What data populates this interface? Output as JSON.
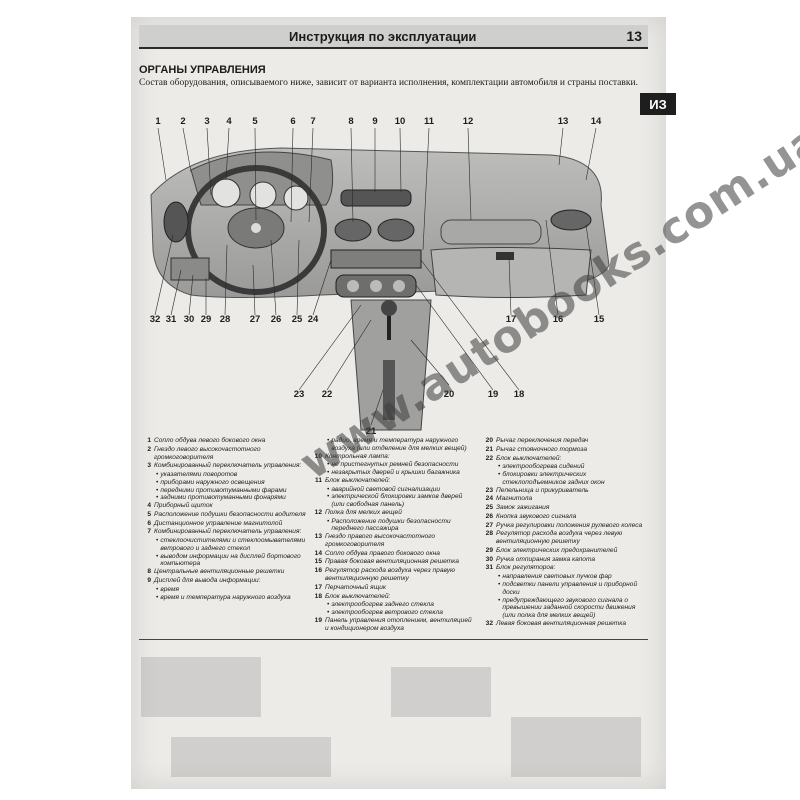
{
  "header": {
    "title": "Инструкция по эксплуатации",
    "page_number": "13"
  },
  "side_tab": "ИЗ",
  "section": {
    "title": "ОРГАНЫ УПРАВЛЕНИЯ",
    "intro": "Состав оборудования, описываемого ниже, зависит от варианта исполнения, комплектации автомобиля и страны поставки."
  },
  "figure": {
    "top_callouts": [
      "1",
      "2",
      "3",
      "4",
      "5",
      "6",
      "7",
      "8",
      "9",
      "10",
      "11",
      "12",
      "13",
      "14"
    ],
    "bottom_callouts": [
      "32",
      "31",
      "30",
      "29",
      "28",
      "27",
      "26",
      "25",
      "24",
      "17",
      "16",
      "15",
      "23",
      "22",
      "20",
      "19",
      "18",
      "21"
    ]
  },
  "legend": {
    "col1": [
      {
        "num": "1",
        "text": "Сопло обдува левого бокового окна"
      },
      {
        "num": "2",
        "text": "Гнездо левого высокочастотного громкоговорителя"
      },
      {
        "num": "3",
        "text": "Комбинированный переключатель управления:",
        "subs": [
          "указателями поворотов",
          "приборами наружного освещения",
          "передними противотуманными фарами",
          "задними противотуманными фонарями"
        ]
      },
      {
        "num": "4",
        "text": "Приборный щиток"
      },
      {
        "num": "5",
        "text": "Расположение подушки безопасности водителя"
      },
      {
        "num": "6",
        "text": "Дистанционное управление магнитолой"
      },
      {
        "num": "7",
        "text": "Комбинированный переключатель управления:",
        "subs": [
          "стеклоочистителями и стеклоомывателями ветрового и заднего стекол",
          "выводом информации на дисплей бортового компьютера"
        ]
      },
      {
        "num": "8",
        "text": "Центральные вентиляционные решетки"
      },
      {
        "num": "9",
        "text": "Дисплей для вывода информации:",
        "subs": [
          "время",
          "время и температура наружного воздуха"
        ]
      }
    ],
    "col2": [
      {
        "num": "",
        "text": "",
        "subs": [
          "радио, время и температура наружного воздуха (или отделение для мелких вещей)"
        ]
      },
      {
        "num": "10",
        "text": "Контрольная лампа:",
        "subs": [
          "не пристегнутых ремней безопасности",
          "незакрытых дверей и крышки багажника"
        ]
      },
      {
        "num": "11",
        "text": "Блок выключателей:",
        "subs": [
          "аварийной световой сигнализации",
          "электрической блокировки замков дверей (или свободная панель)"
        ]
      },
      {
        "num": "12",
        "text": "Полка для мелких вещей",
        "subs": [
          "Расположение подушки безопасности переднего пассажира"
        ]
      },
      {
        "num": "13",
        "text": "Гнездо правого высокочастотного громкоговорителя"
      },
      {
        "num": "14",
        "text": "Сопло обдува правого бокового окна"
      },
      {
        "num": "15",
        "text": "Правая боковая вентиляционная решетка"
      },
      {
        "num": "16",
        "text": "Регулятор расхода воздуха через правую вентиляционную решетку"
      },
      {
        "num": "17",
        "text": "Перчаточный ящик"
      },
      {
        "num": "18",
        "text": "Блок выключателей:",
        "subs": [
          "электрообогрев заднего стекла",
          "электрообогрев ветрового стекла"
        ]
      },
      {
        "num": "19",
        "text": "Панель управления отоплением, вентиляцией и кондиционером воздуха"
      }
    ],
    "col3": [
      {
        "num": "20",
        "text": "Рычаг переключения передач"
      },
      {
        "num": "21",
        "text": "Рычаг стояночного тормоза"
      },
      {
        "num": "22",
        "text": "Блок выключателей:",
        "subs": [
          "электрообогрева сидений",
          "блокировки электрических стеклоподъемников задних окон"
        ]
      },
      {
        "num": "23",
        "text": "Пепельница и прикуриватель"
      },
      {
        "num": "24",
        "text": "Магнитола"
      },
      {
        "num": "25",
        "text": "Замок зажигания"
      },
      {
        "num": "26",
        "text": "Кнопка звукового сигнала"
      },
      {
        "num": "27",
        "text": "Ручка регулировки положения рулевого колеса"
      },
      {
        "num": "28",
        "text": "Регулятор расхода воздуха через левую вентиляционную решетку"
      },
      {
        "num": "29",
        "text": "Блок электрических предохранителей"
      },
      {
        "num": "30",
        "text": "Ручка отпирания замка капота"
      },
      {
        "num": "31",
        "text": "Блок регуляторов:",
        "subs": [
          "направления световых пучков фар",
          "подсветки панели управления и приборной доски",
          "предупреждающего звукового сигнала о превышении заданной скорости движения (или полка для мелких вещей)"
        ]
      },
      {
        "num": "32",
        "text": "Левая боковая вентиляционная решетка"
      }
    ]
  },
  "watermark": "www.autobooks.com.ua"
}
